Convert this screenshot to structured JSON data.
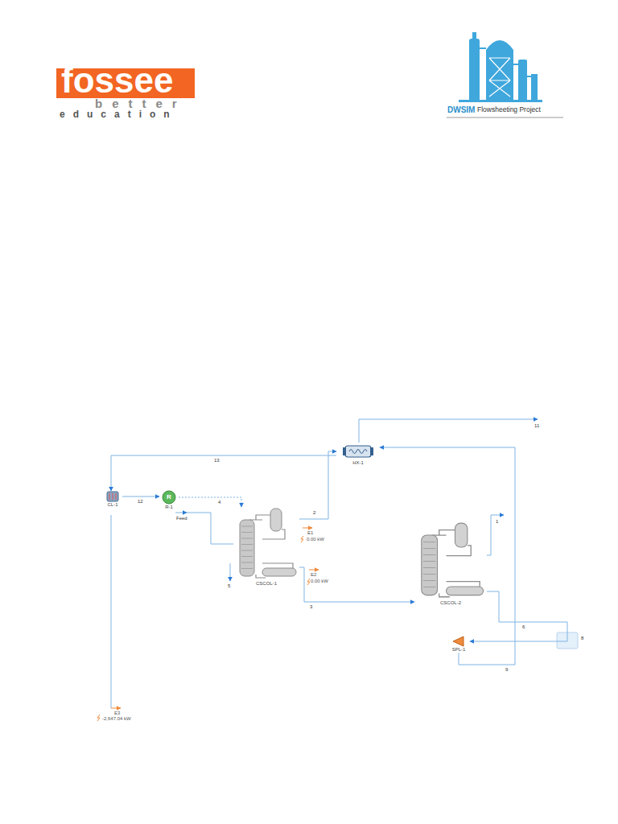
{
  "diagram": {
    "nodes": [
      {
        "text": [
          "HX-1"
        ]
      },
      {
        "text": [
          "CL-1"
        ]
      },
      {
        "text": [
          "R",
          "R-1"
        ]
      },
      {
        "text": [
          "CSCOL-1"
        ]
      },
      {
        "text": [
          "CSCOL-2"
        ]
      },
      {
        "text": [
          "SPL-1"
        ]
      }
    ],
    "edges": [
      {
        "from": 1,
        "to": 2,
        "arrow": "to",
        "label": "12"
      },
      {
        "from": 2,
        "to": 3,
        "arrow": "to",
        "label": "4"
      },
      {
        "from": 3,
        "to": 0,
        "arrow": "to",
        "label": "2"
      },
      {
        "from": 0,
        "to": 1,
        "arrow": "to",
        "label": "13"
      },
      {
        "from": 3,
        "to": 4,
        "arrow": "to",
        "label": "3"
      },
      {
        "from": 4,
        "to": 5,
        "arrow": "to",
        "label": "6"
      },
      {
        "from": 5,
        "to": 0,
        "arrow": "to",
        "label": "9"
      }
    ],
    "labels": [
      "fossee",
      "better",
      "education",
      "DWSIM",
      "Flowsheeting Project",
      "11",
      "Feed",
      "E1",
      "0.00 kW",
      "E2",
      "0.00 kW",
      "5",
      "1",
      "8",
      "E3",
      "-2,647.04 kW"
    ]
  }
}
